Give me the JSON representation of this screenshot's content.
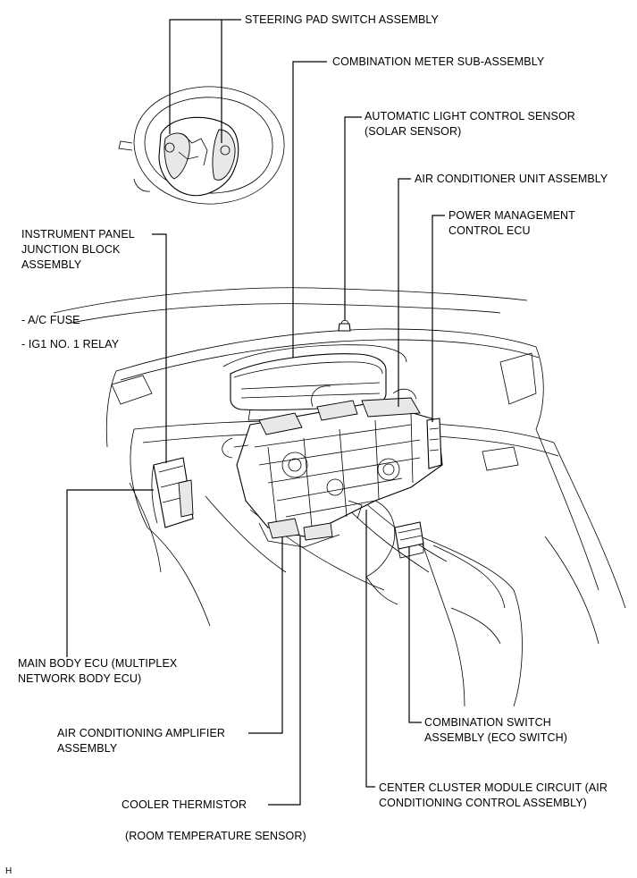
{
  "labels": {
    "steering_pad": "STEERING PAD SWITCH ASSEMBLY",
    "combination_meter": "COMBINATION METER SUB-ASSEMBLY",
    "auto_light_1": "AUTOMATIC LIGHT CONTROL SENSOR",
    "auto_light_2": "(SOLAR SENSOR)",
    "ac_unit": "AIR CONDITIONER UNIT ASSEMBLY",
    "power_mgmt_1": "POWER MANAGEMENT",
    "power_mgmt_2": "CONTROL ECU",
    "ipjb_1": "INSTRUMENT PANEL",
    "ipjb_2": "JUNCTION BLOCK",
    "ipjb_3": "ASSEMBLY",
    "ac_fuse": "- A/C FUSE",
    "ig1_relay": "- IG1 NO. 1 RELAY",
    "main_body_1": "MAIN BODY ECU (MULTIPLEX",
    "main_body_2": "NETWORK BODY ECU)",
    "ac_amp_1": "AIR CONDITIONING AMPLIFIER",
    "ac_amp_2": "ASSEMBLY",
    "combo_switch_1": "COMBINATION SWITCH",
    "combo_switch_2": "ASSEMBLY (ECO SWITCH)",
    "center_cluster_1": "CENTER CLUSTER MODULE CIRCUIT (AIR",
    "center_cluster_2": "CONDITIONING CONTROL ASSEMBLY)",
    "cooler_thermistor": "COOLER THERMISTOR",
    "room_temp": "(ROOM TEMPERATURE SENSOR)",
    "corner_code": "H"
  }
}
